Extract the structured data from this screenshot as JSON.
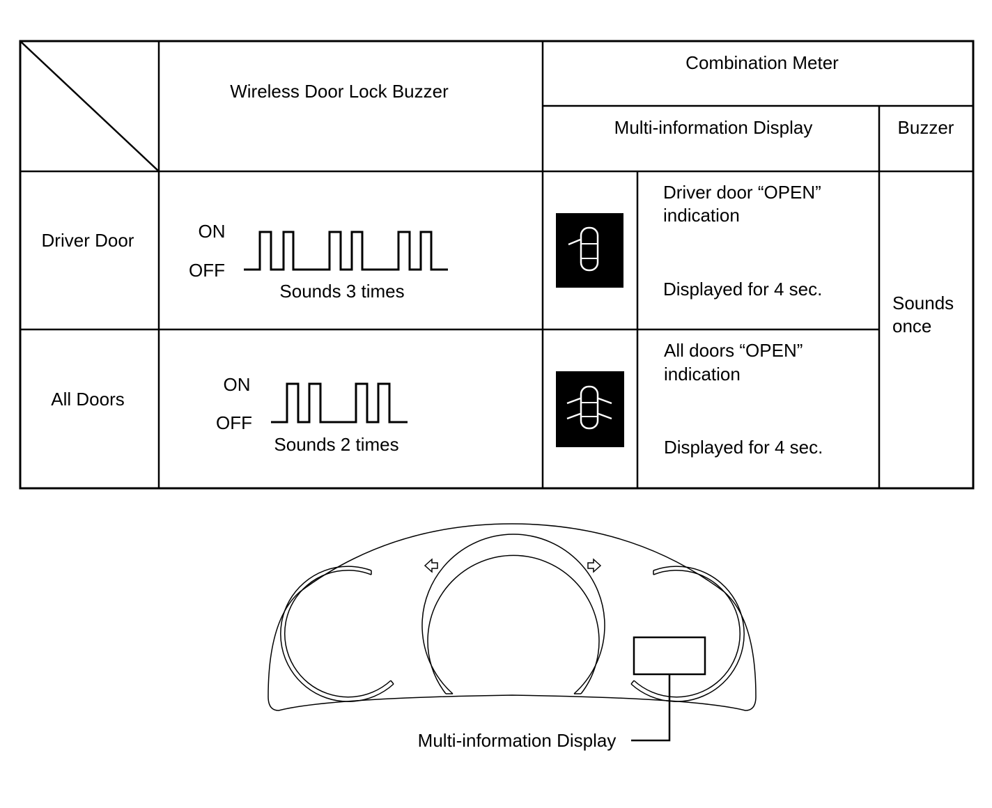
{
  "table": {
    "header": {
      "buzzer_col": "Wireless Door Lock Buzzer",
      "meter_group": "Combination Meter",
      "mid_col": "Multi-information Display",
      "meter_buzzer_col": "Buzzer"
    },
    "rows": [
      {
        "label": "Driver Door",
        "on_label": "ON",
        "off_label": "OFF",
        "pulses": 3,
        "sound_text": "Sounds 3 times",
        "display_icon": "driver-door-open-icon",
        "indication_line1": "Driver door “OPEN”",
        "indication_line2": "indication",
        "duration": "Displayed for 4 sec."
      },
      {
        "label": "All Doors",
        "on_label": "ON",
        "off_label": "OFF",
        "pulses": 2,
        "sound_text": "Sounds 2 times",
        "display_icon": "all-doors-open-icon",
        "indication_line1": "All doors “OPEN”",
        "indication_line2": "indication",
        "duration": "Displayed for 4 sec."
      }
    ],
    "meter_buzzer": {
      "line1": "Sounds",
      "line2": "once"
    }
  },
  "cluster": {
    "callout": "Multi-information Display",
    "left_arrow_icon": "turn-signal-left-icon",
    "right_arrow_icon": "turn-signal-right-icon"
  }
}
